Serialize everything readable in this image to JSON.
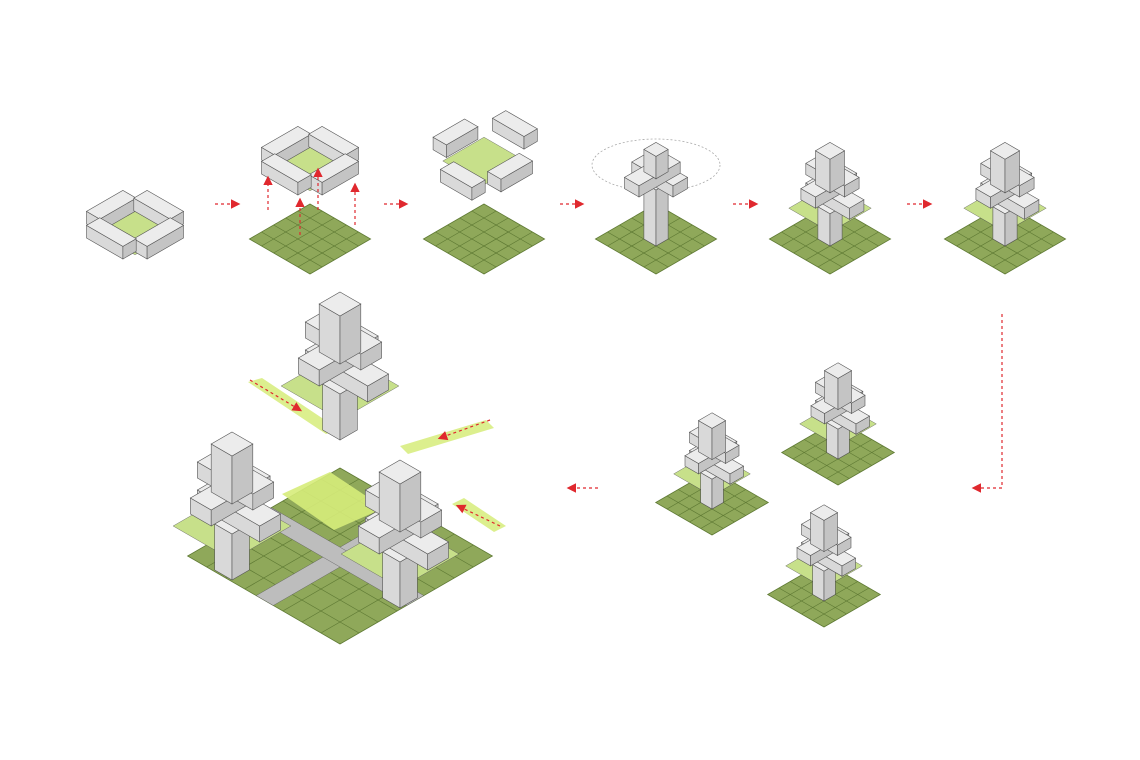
{
  "diagram": {
    "background": "#ffffff",
    "colors": {
      "ground": "#8fa85a",
      "ground_line": "#5f7a34",
      "box_top": "#ececec",
      "box_left": "#d9d9d9",
      "box_right": "#c4c4c4",
      "outline": "#555555",
      "void_green": "#c7e08a",
      "stair": "#6b6b6b",
      "road": "#bdbdbd",
      "bridge": "#d6ec7a",
      "arrow": "#e0282e"
    },
    "steps": [
      {
        "name": "four-blocks-around-courtyard",
        "has_ground": false
      },
      {
        "name": "lift-blocks-above-ground",
        "has_ground": true
      },
      {
        "name": "rotate-blocks",
        "has_ground": true
      },
      {
        "name": "insert-core-tower",
        "has_ground": true
      },
      {
        "name": "stack-blocks-on-core",
        "has_ground": true
      },
      {
        "name": "connect-with-stairs",
        "has_ground": true
      },
      {
        "name": "three-tower-variants",
        "has_ground": true
      },
      {
        "name": "cluster-with-bridges-and-roads",
        "has_ground": true
      }
    ]
  }
}
